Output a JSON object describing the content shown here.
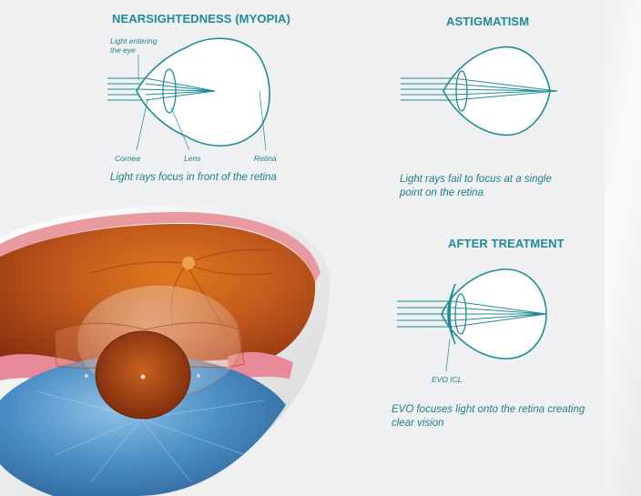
{
  "myopia": {
    "title": "NEARSIGHTEDNESS (MYOPIA)",
    "label_light_1": "Light entering",
    "label_light_2": "the eye",
    "label_cornea": "Cornea",
    "label_lens": "Lens",
    "label_retina": "Retina",
    "caption": "Light rays focus in front of the retina"
  },
  "astigmatism": {
    "title": "ASTIGMATISM",
    "caption_1": "Light rays fail to focus at a single",
    "caption_2": "point on the retina"
  },
  "after": {
    "title": "AFTER TREATMENT",
    "label_icl": "EVO ICL",
    "caption_1": "EVO focuses light onto the retina creating",
    "caption_2": "clear vision"
  },
  "colors": {
    "teal": "#1f8b97",
    "iris": "#3d7fb8",
    "retina": "#b3471a",
    "background": "#eef0f1"
  }
}
